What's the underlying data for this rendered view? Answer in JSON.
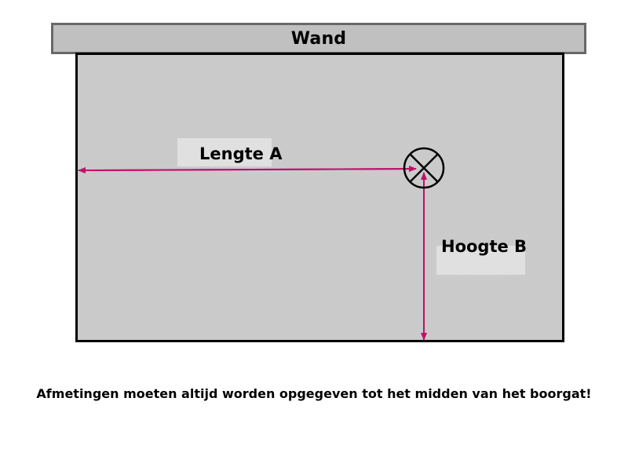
{
  "diagram": {
    "wall_label": "Wand",
    "length_label": "Lengte A",
    "height_label": "Hoogte B",
    "drill_hole_icon": "circle-x-icon",
    "note": "Afmetingen moeten altijd worden opgegeven tot het midden van het boorgat!",
    "colors": {
      "arrow": "#c0106a",
      "wall_banner": "#c0c0c0",
      "wall_banner_border": "#686868",
      "wall_border": "#000000"
    }
  }
}
